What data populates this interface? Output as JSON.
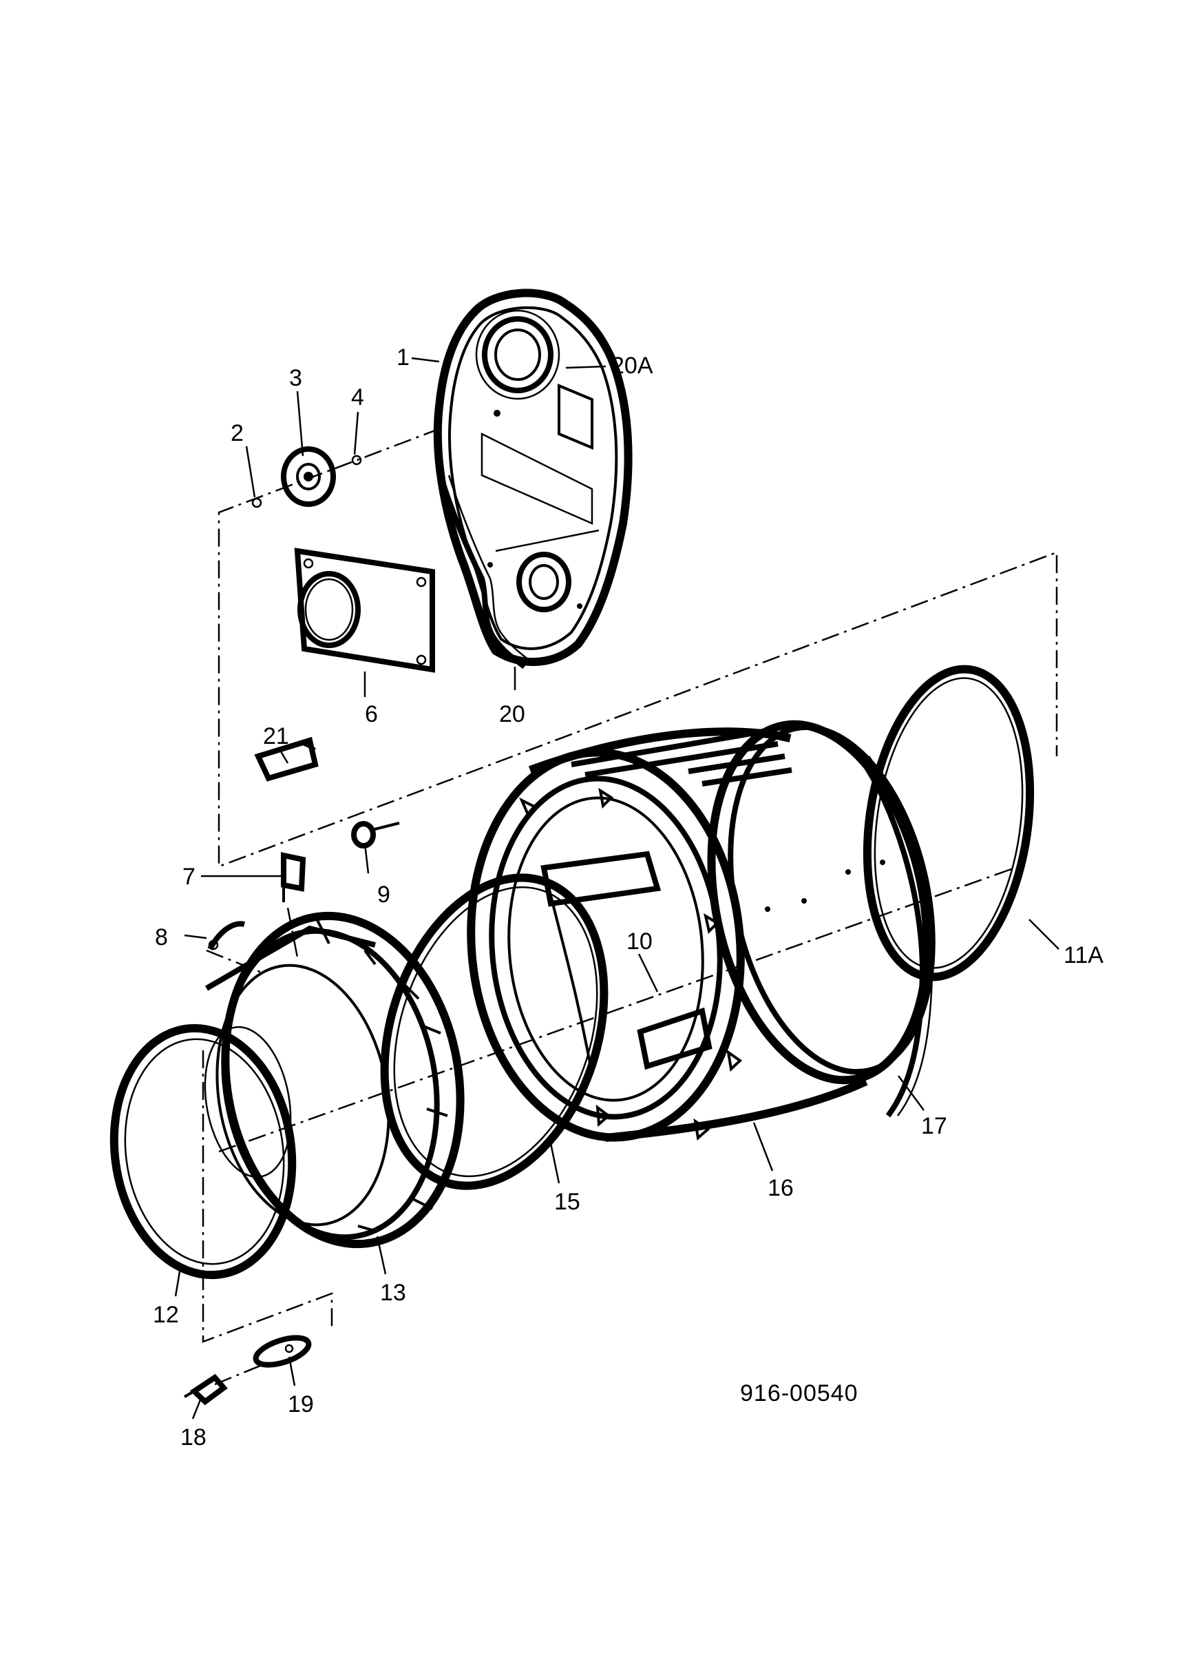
{
  "callouts": {
    "c1": "1",
    "c2": "2",
    "c3": "3",
    "c4": "4",
    "c6": "6",
    "c7": "7",
    "c8": "8",
    "c9": "9",
    "c10": "10",
    "c11a": "11A",
    "c12": "12",
    "c13": "13",
    "c15": "15",
    "c16": "16",
    "c17": "17",
    "c18": "18",
    "c19": "19",
    "c20": "20",
    "c20a": "20A",
    "c21": "21"
  },
  "document_number": "916-00540",
  "colors": {
    "ink": "#000000",
    "paper": "#ffffff"
  }
}
